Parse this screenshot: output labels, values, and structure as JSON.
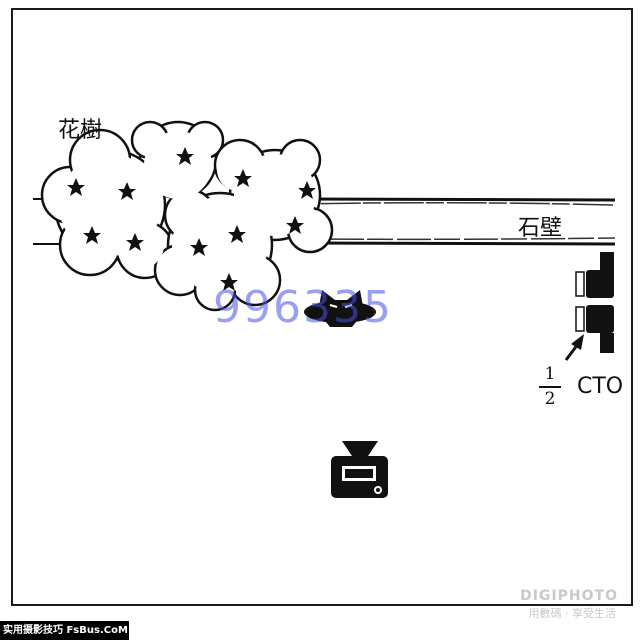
{
  "diagram": {
    "tree_label": "花樹",
    "wall_label": "石壁",
    "filter": {
      "numerator": "1",
      "denominator": "2",
      "gel": "CTO"
    },
    "icons": {
      "subject": "cat-icon",
      "camera": "camera-icon",
      "flash": "flash-icon",
      "arrow": "arrow-icon",
      "tree": "tree-icon"
    }
  },
  "watermark": {
    "overlay": "996335"
  },
  "branding": {
    "corner_brand": "DIGIPHOTO",
    "corner_sub": "用數碼 · 享受生活",
    "site_badge": "实用摄影技巧 FsBus.CoM"
  },
  "colors": {
    "ink": "#1a1a1a",
    "watermark": "#4650e6",
    "badge_bg": "#000000"
  }
}
